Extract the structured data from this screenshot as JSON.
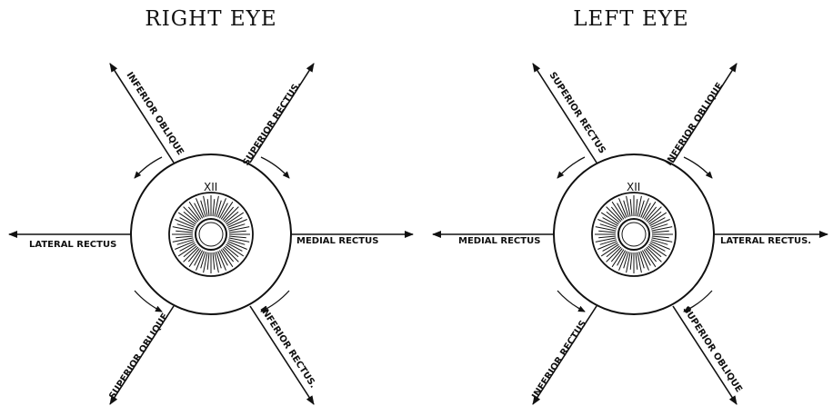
{
  "diagrams": [
    {
      "title": "RIGHT EYE",
      "clock_label": "XII",
      "muscles": {
        "superior_right": "SUPERIOR RECTUS.",
        "superior_left": "INFERIOR OBLIQUE",
        "horizontal_left": "LATERAL RECTUS",
        "horizontal_right": "MEDIAL RECTUS",
        "inferior_left": "SUPERIOR OBLIQUE",
        "inferior_right": "INFERIOR RECTUS."
      }
    },
    {
      "title": "LEFT EYE",
      "clock_label": "XII",
      "muscles": {
        "superior_right": "INFERIOR OBLIQUE",
        "superior_left": "SUPERIOR RECTUS",
        "horizontal_left": "MEDIAL RECTUS",
        "horizontal_right": "LATERAL RECTUS.",
        "inferior_left": "INFERIOR RECTUS",
        "inferior_right": "SUPERIOR OBLIQUE"
      }
    }
  ]
}
